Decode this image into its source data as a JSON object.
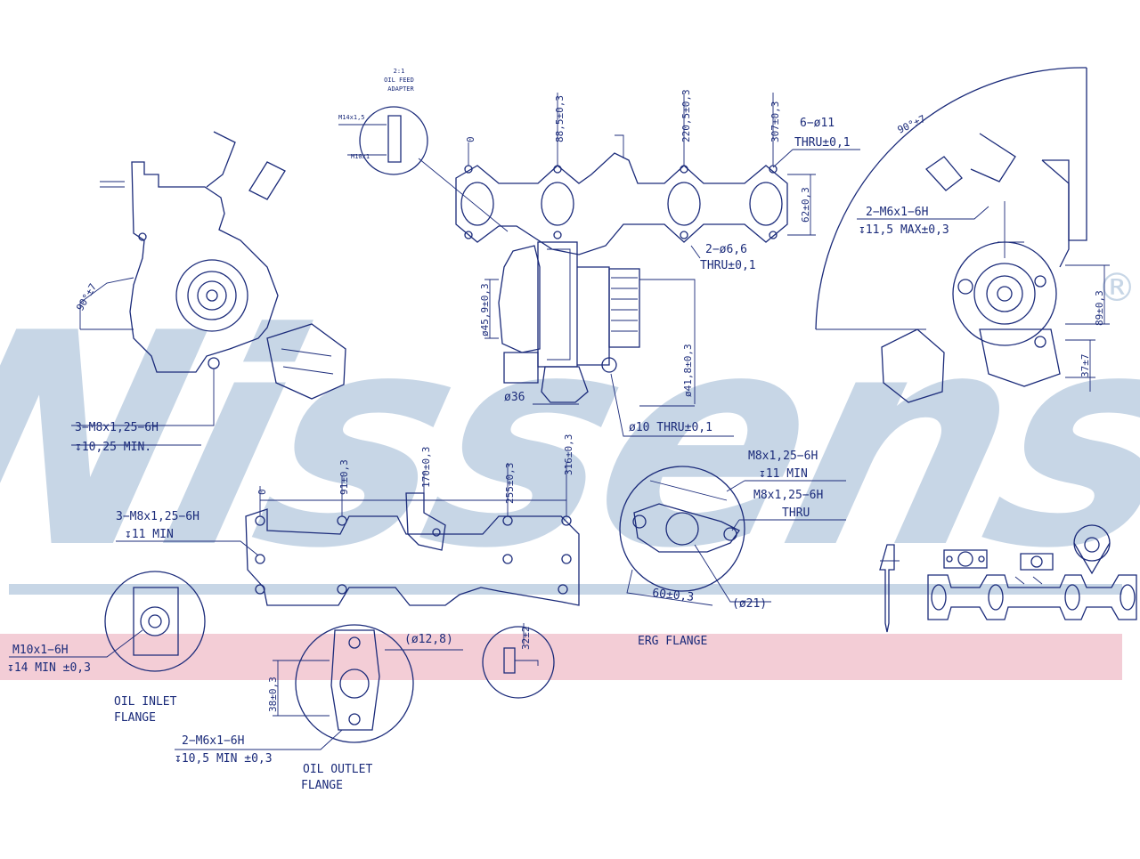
{
  "watermark": {
    "text": "Nissens",
    "mark": "®",
    "color": "#c7d6e6",
    "band_color": "#f3cdd6"
  },
  "top_left_view": {
    "angle": "90°±7",
    "thread_note_line1": "3−M8x1,25−6H",
    "thread_note_line2": "↧10,25 MIN."
  },
  "top_center_view": {
    "oil_feed_adapter_line1": "2:1",
    "oil_feed_adapter_line2": "OIL FEED",
    "oil_feed_adapter_line3": "ADAPTER",
    "fitting_dim_1": "M14x1,5",
    "fitting_dim_2": "M10x1",
    "dim_0": "0",
    "dim_88": "88,5±0,3",
    "dim_220": "220,5±0,3",
    "dim_307": "307±0,3",
    "holes_6_line1": "6−ø11",
    "holes_6_line2": "THRU±0,1",
    "dim_62": "62±0,3",
    "holes_2_line1": "2−ø6,6",
    "holes_2_line2": "THRU±0,1",
    "dim_45": "ø45,9±0,3",
    "dim_36": "ø36",
    "dim_41": "ø41,8±0,3",
    "hole_10": "ø10 THRU±0,1"
  },
  "top_right_view": {
    "angle": "90°±7",
    "thread_note_line1": "2−M6x1−6H",
    "thread_note_line2": "↧11,5 MAX±0,3",
    "dim_89": "89±0,3",
    "dim_37": "37±7"
  },
  "flange_view": {
    "dim_0": "0",
    "dim_91": "91±0,3",
    "dim_170": "170±0,3",
    "dim_255": "255±0,3",
    "dim_316": "316±0,3",
    "thread_note_line1": "3−M8x1,25−6H",
    "thread_note_line2": "↧11 MIN"
  },
  "egr_flange": {
    "thread_a_line1": "M8x1,25−6H",
    "thread_a_line2": "↧11 MIN",
    "thread_b_line1": "M8x1,25−6H",
    "thread_b_line2": "THRU",
    "dim_60": "60±0,3",
    "dim_21": "(ø21)",
    "caption": "ERG FLANGE"
  },
  "oil_inlet": {
    "thread_line1": "M10x1−6H",
    "thread_line2": "↧14 MIN ±0,3",
    "caption_line1": "OIL INLET",
    "caption_line2": "FLANGE"
  },
  "oil_outlet": {
    "dim_12": "(ø12,8)",
    "dim_38": "38±0,3",
    "thread_line1": "2−M6x1−6H",
    "thread_line2": "↧10,5 MIN ±0,3",
    "caption_line1": "OIL OUTLET",
    "caption_line2": "FLANGE"
  },
  "small_detail": {
    "dim": "32±2"
  }
}
